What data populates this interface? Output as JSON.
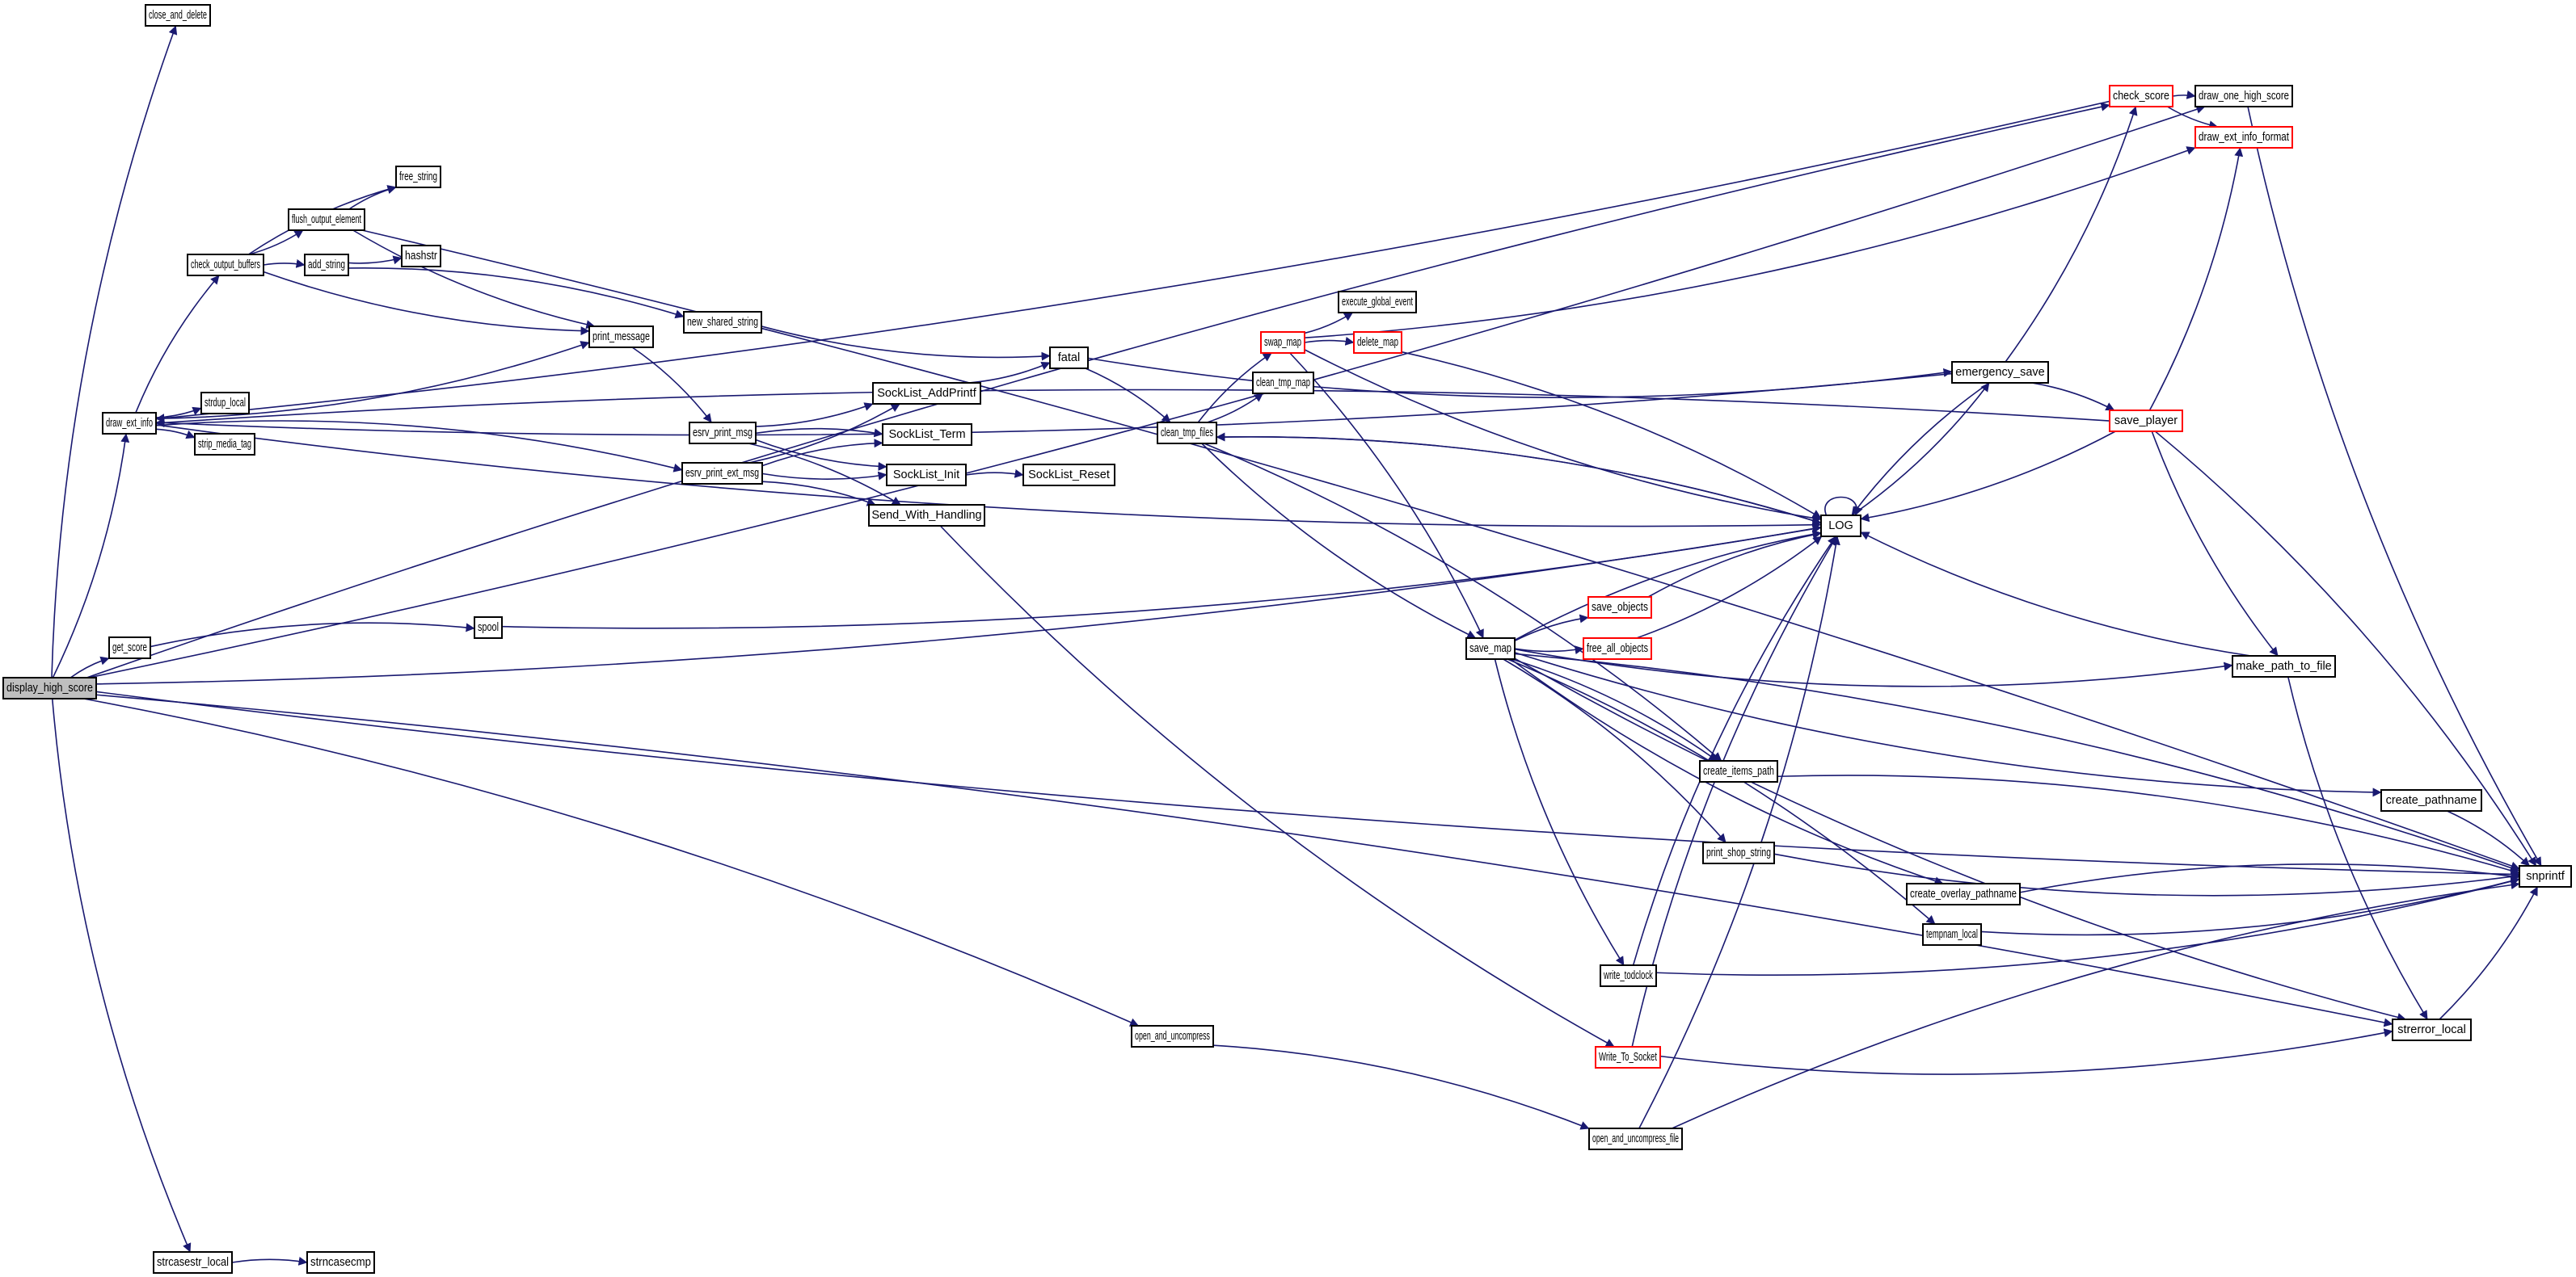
{
  "diagram": {
    "type": "call-graph",
    "edge_color": "#191970",
    "root_fill": "#bfbfbf",
    "truncated_border": "#ff0000",
    "nodes": [
      {
        "id": "display_high_score",
        "label": "display_high_score",
        "style": "root"
      },
      {
        "id": "close_and_delete",
        "label": "close_and_delete",
        "style": "normal"
      },
      {
        "id": "draw_ext_info",
        "label": "draw_ext_info",
        "style": "normal"
      },
      {
        "id": "check_output_buffers",
        "label": "check_output_buffers",
        "style": "normal"
      },
      {
        "id": "flush_output_element",
        "label": "flush_output_element",
        "style": "normal"
      },
      {
        "id": "free_string",
        "label": "free_string",
        "style": "normal"
      },
      {
        "id": "add_string",
        "label": "add_string",
        "style": "normal"
      },
      {
        "id": "hashstr",
        "label": "hashstr",
        "style": "normal"
      },
      {
        "id": "new_shared_string",
        "label": "new_shared_string",
        "style": "normal"
      },
      {
        "id": "print_message",
        "label": "print_message",
        "style": "normal"
      },
      {
        "id": "strdup_local",
        "label": "strdup_local",
        "style": "normal"
      },
      {
        "id": "strip_media_tag",
        "label": "strip_media_tag",
        "style": "normal"
      },
      {
        "id": "esrv_print_msg",
        "label": "esrv_print_msg",
        "style": "normal"
      },
      {
        "id": "esrv_print_ext_msg",
        "label": "esrv_print_ext_msg",
        "style": "normal"
      },
      {
        "id": "SockList_AddPrintf",
        "label": "SockList_AddPrintf",
        "style": "normal"
      },
      {
        "id": "SockList_Term",
        "label": "SockList_Term",
        "style": "normal"
      },
      {
        "id": "SockList_Init",
        "label": "SockList_Init",
        "style": "normal"
      },
      {
        "id": "SockList_Reset",
        "label": "SockList_Reset",
        "style": "normal"
      },
      {
        "id": "Send_With_Handling",
        "label": "Send_With_Handling",
        "style": "normal"
      },
      {
        "id": "fatal",
        "label": "fatal",
        "style": "normal"
      },
      {
        "id": "get_score",
        "label": "get_score",
        "style": "normal"
      },
      {
        "id": "spool",
        "label": "spool",
        "style": "normal"
      },
      {
        "id": "clean_tmp_files",
        "label": "clean_tmp_files",
        "style": "normal"
      },
      {
        "id": "swap_map",
        "label": "swap_map",
        "style": "truncated"
      },
      {
        "id": "execute_global_event",
        "label": "execute_global_event",
        "style": "normal"
      },
      {
        "id": "delete_map",
        "label": "delete_map",
        "style": "truncated"
      },
      {
        "id": "clean_tmp_map",
        "label": "clean_tmp_map",
        "style": "normal"
      },
      {
        "id": "LOG",
        "label": "LOG",
        "style": "normal"
      },
      {
        "id": "save_map",
        "label": "save_map",
        "style": "normal"
      },
      {
        "id": "save_objects",
        "label": "save_objects",
        "style": "truncated"
      },
      {
        "id": "free_all_objects",
        "label": "free_all_objects",
        "style": "truncated"
      },
      {
        "id": "create_items_path",
        "label": "create_items_path",
        "style": "normal"
      },
      {
        "id": "print_shop_string",
        "label": "print_shop_string",
        "style": "normal"
      },
      {
        "id": "create_overlay_pathname",
        "label": "create_overlay_pathname",
        "style": "normal"
      },
      {
        "id": "tempnam_local",
        "label": "tempnam_local",
        "style": "normal"
      },
      {
        "id": "write_todclock",
        "label": "write_todclock",
        "style": "normal"
      },
      {
        "id": "Write_To_Socket",
        "label": "Write_To_Socket",
        "style": "truncated"
      },
      {
        "id": "open_and_uncompress",
        "label": "open_and_uncompress",
        "style": "normal"
      },
      {
        "id": "open_and_uncompress_file",
        "label": "open_and_uncompress_file",
        "style": "normal"
      },
      {
        "id": "emergency_save",
        "label": "emergency_save",
        "style": "normal"
      },
      {
        "id": "save_player",
        "label": "save_player",
        "style": "truncated"
      },
      {
        "id": "check_score",
        "label": "check_score",
        "style": "truncated"
      },
      {
        "id": "draw_one_high_score",
        "label": "draw_one_high_score",
        "style": "normal"
      },
      {
        "id": "draw_ext_info_format",
        "label": "draw_ext_info_format",
        "style": "truncated"
      },
      {
        "id": "make_path_to_file",
        "label": "make_path_to_file",
        "style": "normal"
      },
      {
        "id": "create_pathname",
        "label": "create_pathname",
        "style": "normal"
      },
      {
        "id": "strerror_local",
        "label": "strerror_local",
        "style": "normal"
      },
      {
        "id": "snprintf",
        "label": "snprintf",
        "style": "normal"
      },
      {
        "id": "strcasestr_local",
        "label": "strcasestr_local",
        "style": "normal"
      },
      {
        "id": "strncasecmp",
        "label": "strncasecmp",
        "style": "normal"
      }
    ],
    "edges": [
      [
        "display_high_score",
        "close_and_delete"
      ],
      [
        "display_high_score",
        "draw_one_high_score"
      ],
      [
        "display_high_score",
        "check_score"
      ],
      [
        "display_high_score",
        "draw_ext_info"
      ],
      [
        "display_high_score",
        "get_score"
      ],
      [
        "display_high_score",
        "LOG"
      ],
      [
        "display_high_score",
        "open_and_uncompress"
      ],
      [
        "display_high_score",
        "snprintf"
      ],
      [
        "display_high_score",
        "strerror_local"
      ],
      [
        "display_high_score",
        "strcasestr_local"
      ],
      [
        "draw_ext_info",
        "check_output_buffers"
      ],
      [
        "draw_ext_info",
        "strdup_local"
      ],
      [
        "draw_ext_info",
        "strip_media_tag"
      ],
      [
        "draw_ext_info",
        "print_message"
      ],
      [
        "draw_ext_info",
        "esrv_print_ext_msg"
      ],
      [
        "draw_ext_info",
        "LOG"
      ],
      [
        "check_output_buffers",
        "free_string"
      ],
      [
        "check_output_buffers",
        "flush_output_element"
      ],
      [
        "check_output_buffers",
        "add_string"
      ],
      [
        "check_output_buffers",
        "print_message"
      ],
      [
        "flush_output_element",
        "free_string"
      ],
      [
        "flush_output_element",
        "print_message"
      ],
      [
        "flush_output_element",
        "snprintf"
      ],
      [
        "add_string",
        "hashstr"
      ],
      [
        "add_string",
        "new_shared_string"
      ],
      [
        "new_shared_string",
        "fatal"
      ],
      [
        "print_message",
        "esrv_print_msg"
      ],
      [
        "esrv_print_msg",
        "SockList_AddPrintf"
      ],
      [
        "esrv_print_msg",
        "SockList_Term"
      ],
      [
        "esrv_print_msg",
        "SockList_Init"
      ],
      [
        "esrv_print_msg",
        "Send_With_Handling"
      ],
      [
        "esrv_print_ext_msg",
        "SockList_AddPrintf"
      ],
      [
        "esrv_print_ext_msg",
        "SockList_Term"
      ],
      [
        "esrv_print_ext_msg",
        "SockList_Init"
      ],
      [
        "esrv_print_ext_msg",
        "Send_With_Handling"
      ],
      [
        "SockList_AddPrintf",
        "fatal"
      ],
      [
        "SockList_Init",
        "SockList_Reset"
      ],
      [
        "Send_With_Handling",
        "Write_To_Socket"
      ],
      [
        "fatal",
        "clean_tmp_files"
      ],
      [
        "fatal",
        "emergency_save"
      ],
      [
        "get_score",
        "spool"
      ],
      [
        "spool",
        "LOG"
      ],
      [
        "clean_tmp_files",
        "swap_map"
      ],
      [
        "clean_tmp_files",
        "clean_tmp_map"
      ],
      [
        "clean_tmp_files",
        "LOG"
      ],
      [
        "clean_tmp_files",
        "save_map"
      ],
      [
        "clean_tmp_files",
        "create_items_path"
      ],
      [
        "swap_map",
        "execute_global_event"
      ],
      [
        "swap_map",
        "delete_map"
      ],
      [
        "swap_map",
        "LOG"
      ],
      [
        "swap_map",
        "save_map"
      ],
      [
        "swap_map",
        "draw_ext_info_format"
      ],
      [
        "delete_map",
        "LOG"
      ],
      [
        "LOG",
        "clean_tmp_files"
      ],
      [
        "LOG",
        "LOG"
      ],
      [
        "LOG",
        "emergency_save"
      ],
      [
        "save_map",
        "save_objects"
      ],
      [
        "save_map",
        "free_all_objects"
      ],
      [
        "save_map",
        "LOG"
      ],
      [
        "save_map",
        "make_path_to_file"
      ],
      [
        "save_map",
        "create_items_path"
      ],
      [
        "save_map",
        "create_pathname"
      ],
      [
        "save_map",
        "print_shop_string"
      ],
      [
        "save_map",
        "create_overlay_pathname"
      ],
      [
        "save_map",
        "tempnam_local"
      ],
      [
        "save_map",
        "write_todclock"
      ],
      [
        "save_map",
        "snprintf"
      ],
      [
        "save_map",
        "strerror_local"
      ],
      [
        "save_objects",
        "LOG"
      ],
      [
        "free_all_objects",
        "LOG"
      ],
      [
        "create_items_path",
        "snprintf"
      ],
      [
        "print_shop_string",
        "snprintf"
      ],
      [
        "create_overlay_pathname",
        "snprintf"
      ],
      [
        "tempnam_local",
        "snprintf"
      ],
      [
        "write_todclock",
        "LOG"
      ],
      [
        "write_todclock",
        "snprintf"
      ],
      [
        "Write_To_Socket",
        "LOG"
      ],
      [
        "Write_To_Socket",
        "strerror_local"
      ],
      [
        "open_and_uncompress",
        "open_and_uncompress_file"
      ],
      [
        "open_and_uncompress_file",
        "LOG"
      ],
      [
        "open_and_uncompress_file",
        "snprintf"
      ],
      [
        "emergency_save",
        "check_score"
      ],
      [
        "emergency_save",
        "save_player"
      ],
      [
        "emergency_save",
        "LOG"
      ],
      [
        "emergency_save",
        "draw_ext_info"
      ],
      [
        "save_player",
        "draw_ext_info_format"
      ],
      [
        "save_player",
        "LOG"
      ],
      [
        "save_player",
        "make_path_to_file"
      ],
      [
        "save_player",
        "snprintf"
      ],
      [
        "save_player",
        "draw_ext_info"
      ],
      [
        "check_score",
        "draw_one_high_score"
      ],
      [
        "check_score",
        "draw_ext_info_format"
      ],
      [
        "check_score",
        "draw_ext_info"
      ],
      [
        "draw_one_high_score",
        "snprintf"
      ],
      [
        "make_path_to_file",
        "LOG"
      ],
      [
        "make_path_to_file",
        "strerror_local"
      ],
      [
        "create_pathname",
        "snprintf"
      ],
      [
        "strerror_local",
        "snprintf"
      ],
      [
        "strcasestr_local",
        "strncasecmp"
      ]
    ]
  }
}
